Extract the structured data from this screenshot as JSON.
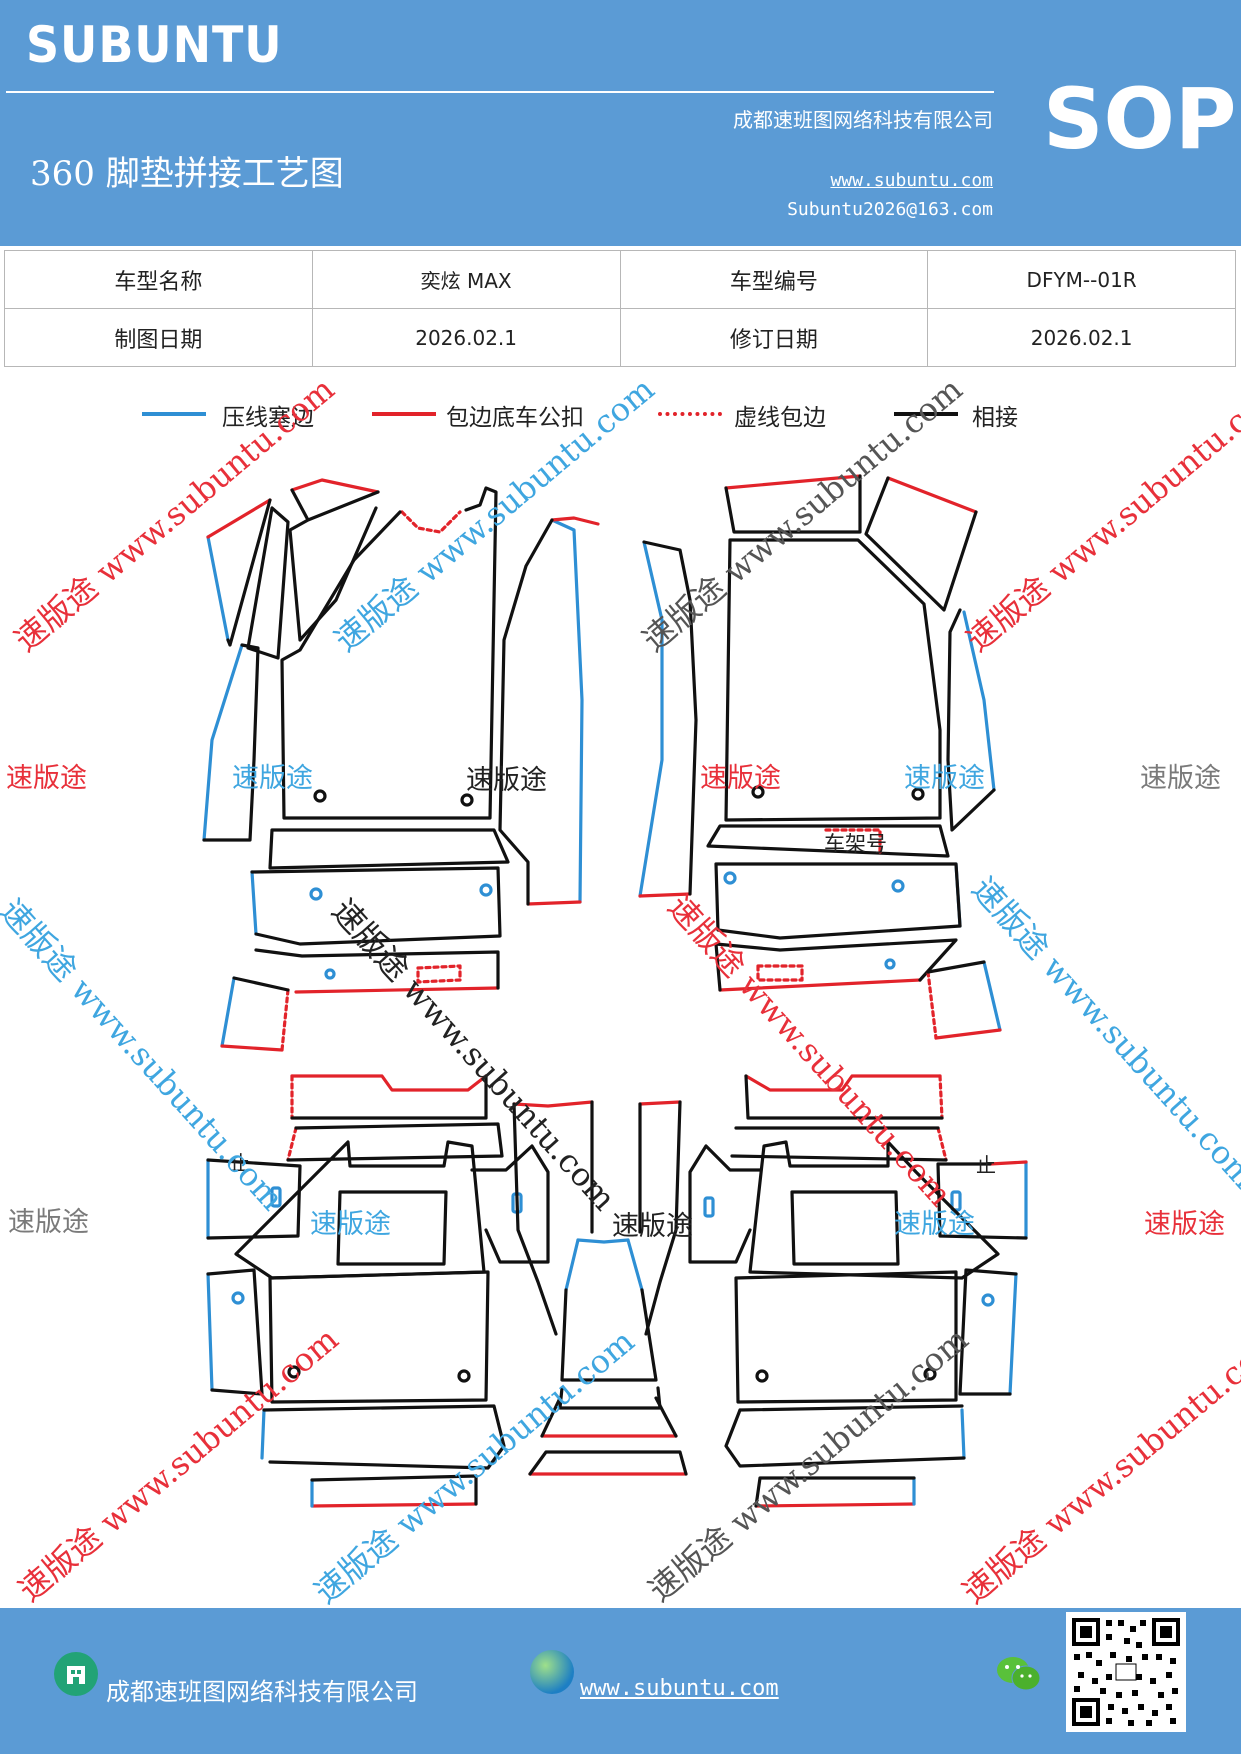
{
  "header": {
    "brand": "SUBUNTU",
    "company": "成都速班图网络科技有限公司",
    "title": "360 脚垫拼接工艺图",
    "website": "www.subuntu.com",
    "email": "Subuntu2026@163.com",
    "badge": "SOP"
  },
  "info": {
    "model_name_label": "车型名称",
    "model_name_value": "奕炫 MAX",
    "model_code_label": "车型编号",
    "model_code_value": "DFYM--01R",
    "draw_date_label": "制图日期",
    "draw_date_value": "2026.02.1",
    "revise_date_label": "修订日期",
    "revise_date_value": "2026.02.1"
  },
  "legend": {
    "blue": "压线塞边",
    "red": "包边底车公扣",
    "dotted": "虚线包边",
    "black": "相接"
  },
  "labels": {
    "frame_no": "车架号",
    "stop_left": "止",
    "stop_right": "止"
  },
  "watermark": {
    "name": "速版途",
    "url_text": "速版途 www.subuntu.com"
  },
  "footer": {
    "company": "成都速班图网络科技有限公司",
    "website": "www.subuntu.com"
  },
  "colors": {
    "header_blue": "#5b9bd5",
    "edge_blue": "#2e8fd4",
    "edge_red": "#e2232a",
    "watermark_red": "#e8303a",
    "watermark_blue": "#3fa6e0",
    "watermark_gray": "#7a7a7a"
  }
}
